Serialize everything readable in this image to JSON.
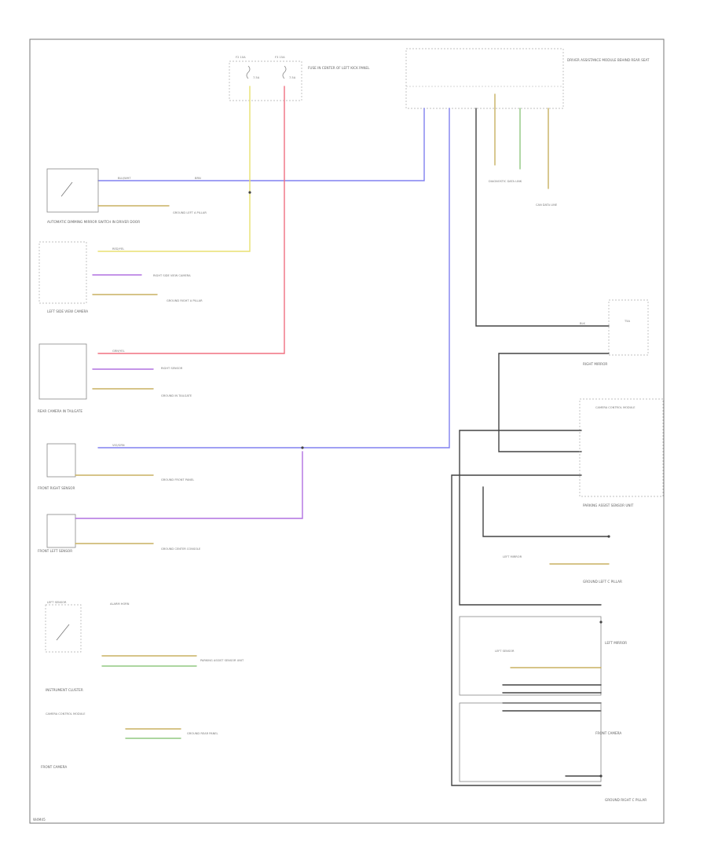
{
  "labels": {
    "page_id": "W4M45",
    "fuse_block": "FUSE IN CENTER OF LEFT KICK PANEL",
    "fuse_f2": "F2 10A",
    "fuse_f3": "F3 15A",
    "fuse_rating": "7.5A",
    "module": "DRIVER ASSISTANCE MODULE BEHIND REAR SEAT",
    "diag_note": "DIAGNOSTIC DATA LINK",
    "can_note": "CAN DATA LINE",
    "comp_tail_switch": "AUTOMATIC DIMMING MIRROR SWITCH IN DRIVER DOOR",
    "comp_left_view": "LEFT SIDE VIEW CAMERA",
    "comp_right_view": "RIGHT SIDE VIEW CAMERA",
    "comp_rear_camera": "REAR CAMERA IN TAILGATE",
    "comp_right_sensor": "RIGHT SENSOR",
    "comp_left_sensor": "LEFT SENSOR",
    "comp_sensor_unit": "PARKING ASSIST SENSOR UNIT",
    "comp_front_right_sensor": "FRONT RIGHT SENSOR",
    "comp_front_left_sensor": "FRONT LEFT SENSOR",
    "comp_alarm": "ALARM HORN",
    "comp_right_mirror": "RIGHT MIRROR",
    "comp_display": "INSTRUMENT CLUSTER",
    "comp_camera_control": "CAMERA CONTROL MODULE",
    "comp_left_mirror": "LEFT MIRROR",
    "comp_front_camera": "FRONT CAMERA",
    "g_left": "GROUND LEFT A PILLAR",
    "g_right": "GROUND RIGHT A PILLAR",
    "g_tail": "GROUND IN TAILGATE",
    "g_front": "GROUND FRONT PANEL",
    "g_center": "GROUND CENTER CONSOLE",
    "g_rear": "GROUND REAR PANEL",
    "g_module_a": "GROUND LEFT C PILLAR",
    "g_module_b": "GROUND RIGHT C PILLAR",
    "wire_label_a": "BLU/WHT",
    "wire_label_b": "BRN",
    "wire_label_c": "RED/YEL",
    "wire_label_d": "VIO/GRN",
    "wire_label_e": "BLK",
    "wire_label_f": "GRN/YEL",
    "pin_note": "T5A"
  },
  "colors": {
    "yellow": "#e8e070",
    "red": "#f07080",
    "blue": "#8080f0",
    "violet": "#b070e0",
    "brown_yellow": "#c8b060",
    "green": "#90c880",
    "black": "#444444",
    "frame": "#777777"
  }
}
